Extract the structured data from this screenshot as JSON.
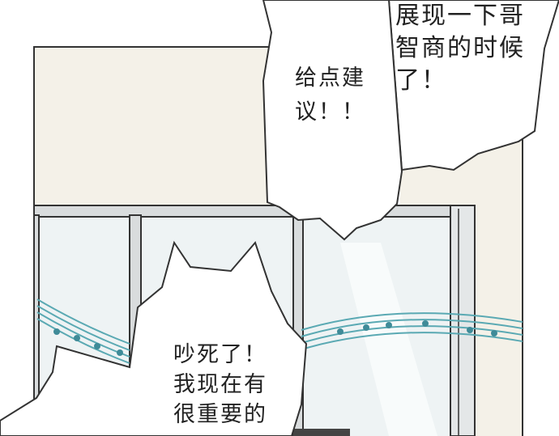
{
  "panel": {
    "colors": {
      "wall": "#f4f1e8",
      "frame": "#d9dcdd",
      "outline": "#333333",
      "glass": "#eef3f4",
      "music_staff": "#5aa9b3",
      "music_notes": "#3f8b98",
      "bubble": "#ffffff"
    },
    "bubbles": {
      "top_right": {
        "lines": [
          "展现一下哥",
          "智商的时候",
          "了！"
        ]
      },
      "middle": {
        "lines": [
          "给点建",
          "议！！"
        ]
      },
      "bottom": {
        "lines": [
          "吵死了！",
          "我现在有",
          "很重要的"
        ]
      }
    }
  }
}
